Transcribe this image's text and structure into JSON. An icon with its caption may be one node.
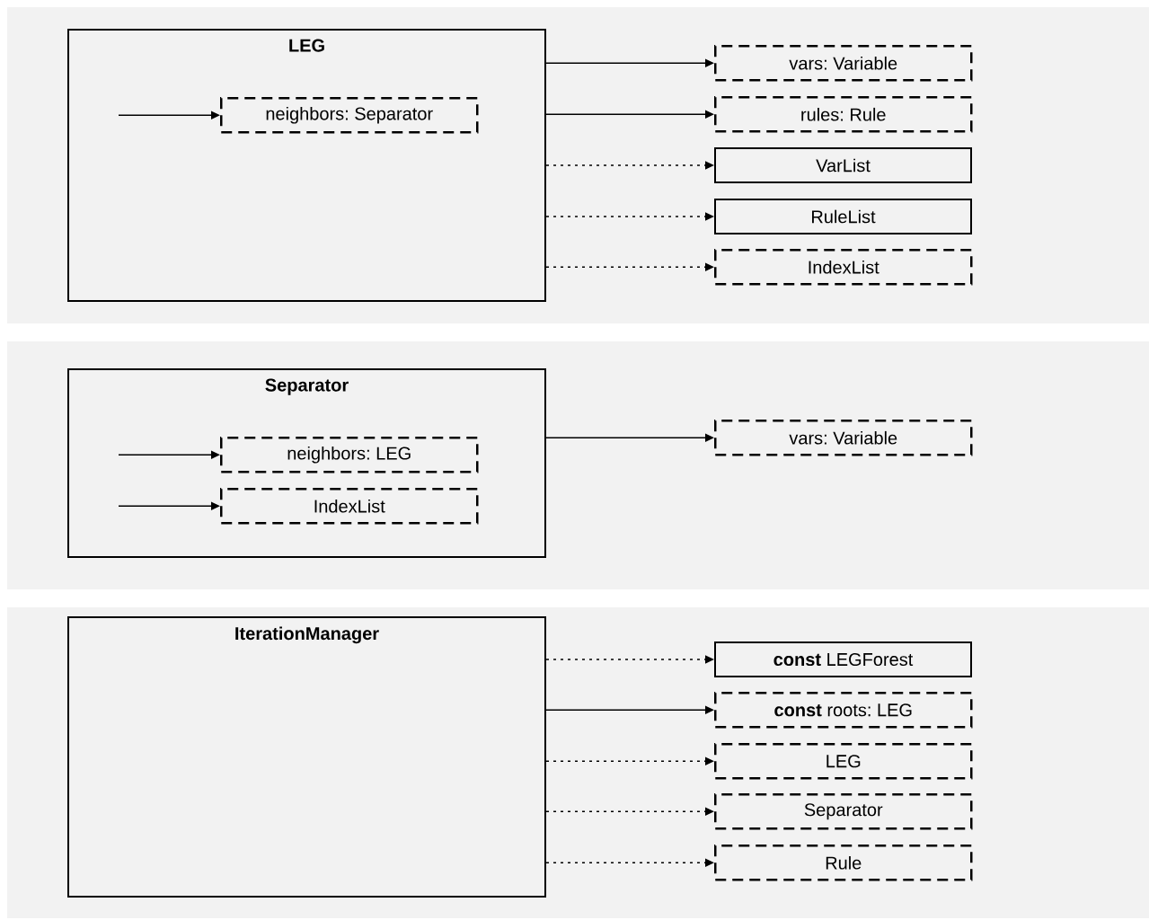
{
  "diagram": {
    "nodes": [
      {
        "text": [
          "LEG"
        ]
      },
      {
        "text": [
          "neighbors: Separator"
        ],
        "in": 0
      },
      {
        "text": [
          "vars: Variable"
        ]
      },
      {
        "text": [
          "rules: Rule"
        ]
      },
      {
        "text": [
          "VarList"
        ]
      },
      {
        "text": [
          "RuleList"
        ]
      },
      {
        "text": [
          "IndexList"
        ]
      },
      {
        "text": [
          "Separator"
        ]
      },
      {
        "text": [
          "neighbors: LEG"
        ],
        "in": 7
      },
      {
        "text": [
          "IndexList"
        ],
        "in": 7
      },
      {
        "text": [
          "vars: Variable"
        ]
      },
      {
        "text": [
          "IterationManager"
        ]
      },
      {
        "text": [
          "**const** LEGForest"
        ]
      },
      {
        "text": [
          "**const** roots: LEG"
        ]
      },
      {
        "text": [
          "LEG"
        ]
      },
      {
        "text": [
          "Separator"
        ]
      },
      {
        "text": [
          "Rule"
        ]
      }
    ],
    "edges": [
      {
        "from": null,
        "to": 1,
        "arrow": "to"
      },
      {
        "from": 0,
        "to": 2,
        "arrow": "to"
      },
      {
        "from": 0,
        "to": 3,
        "arrow": "to"
      },
      {
        "from": 0,
        "to": 4,
        "arrow": "to",
        "style": "dashed"
      },
      {
        "from": 0,
        "to": 5,
        "arrow": "to",
        "style": "dashed"
      },
      {
        "from": 0,
        "to": 6,
        "arrow": "to",
        "style": "dashed"
      },
      {
        "from": null,
        "to": 8,
        "arrow": "to"
      },
      {
        "from": null,
        "to": 9,
        "arrow": "to"
      },
      {
        "from": 7,
        "to": 10,
        "arrow": "to"
      },
      {
        "from": 11,
        "to": 12,
        "arrow": "to",
        "style": "dashed"
      },
      {
        "from": 11,
        "to": 13,
        "arrow": "to"
      },
      {
        "from": 11,
        "to": 14,
        "arrow": "to",
        "style": "dashed"
      },
      {
        "from": 11,
        "to": 15,
        "arrow": "to",
        "style": "dashed"
      },
      {
        "from": 11,
        "to": 16,
        "arrow": "to",
        "style": "dashed"
      }
    ]
  }
}
